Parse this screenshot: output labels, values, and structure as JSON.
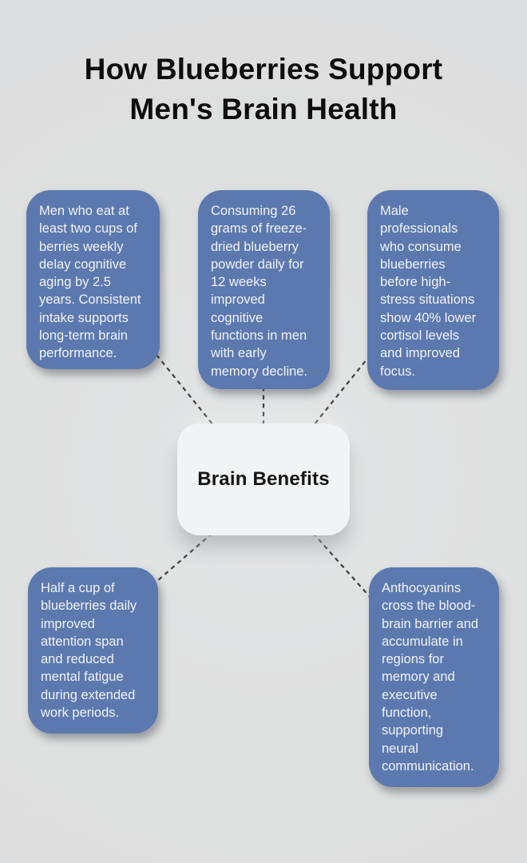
{
  "title": "How Blueberries Support\nMen's Brain Health",
  "center": {
    "label": "Brain Benefits"
  },
  "nodes": [
    {
      "id": "weekly-intake",
      "text": "Men who eat at\nleast two cups of\nberries weekly\ndelay cognitive\naging by 2.5\nyears. Consistent\nintake supports\nlong-term brain\nperformance."
    },
    {
      "id": "freeze-dried-powder",
      "text": "Consuming 26\ngrams of freeze-\ndried blueberry\npowder daily for\n12 weeks\nimproved\ncognitive\nfunctions in men\nwith early\nmemory decline."
    },
    {
      "id": "stress-cortisol",
      "text": "Male\nprofessionals\nwho consume\nblueberries\nbefore high-\nstress situations\nshow 40% lower\ncortisol levels\nand improved\nfocus."
    },
    {
      "id": "attention-span",
      "text": "Half a cup of\nblueberries daily\nimproved\nattention span\nand reduced\nmental fatigue\nduring extended\nwork periods."
    },
    {
      "id": "anthocyanins",
      "text": "Anthocyanins\ncross the blood-\nbrain barrier and\naccumulate in\nregions for\nmemory and\nexecutive\nfunction,\nsupporting\nneural\ncommunication."
    }
  ],
  "colors": {
    "background": "#dedfdf",
    "node_fill": "#5c79af",
    "node_text": "#f1f2f3",
    "center_fill": "#f2f3f5",
    "center_text": "#141414",
    "connector": "#3e3e3e",
    "title_text": "#0d0d0d"
  }
}
